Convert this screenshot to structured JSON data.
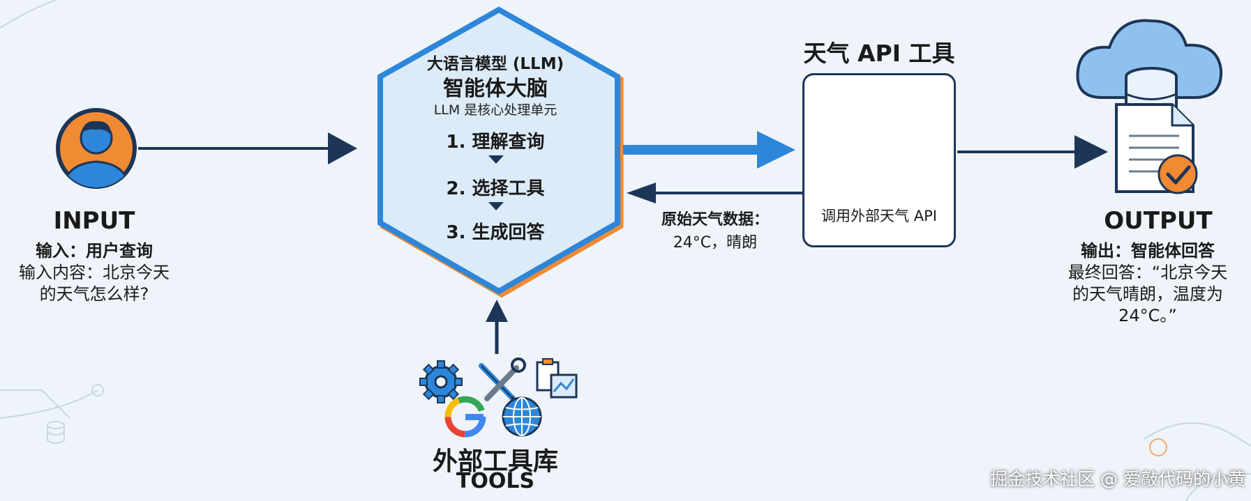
{
  "input": {
    "label": "INPUT",
    "title": "输入：用户查询",
    "content_line1": "输入内容：北京今天",
    "content_line2": "的天气怎么样?"
  },
  "llm": {
    "title": "大语言模型 (LLM)",
    "subtitle": "智能体大脑",
    "core": "LLM 是核心处理单元",
    "steps": [
      "1. 理解查询",
      "2. 选择工具",
      "3. 生成回答"
    ]
  },
  "api": {
    "title": "天气 API 工具",
    "description": "调用外部天气 API"
  },
  "raw_data": {
    "label": "原始天气数据：",
    "value": "24°C，晴朗"
  },
  "output": {
    "label": "OUTPUT",
    "title": "输出：智能体回答",
    "content_line1": "最终回答：“北京今天",
    "content_line2": "的天气晴朗，温度为",
    "content_line3": "24°C。”"
  },
  "tools": {
    "label_cn": "外部工具库",
    "label_en": "TOOLS",
    "google_letter": "G"
  },
  "watermark": "掘金技术社区 @ 爱敲代码的小黄",
  "colors": {
    "navy": "#1d3557",
    "blue": "#2d86d9",
    "orange": "#f08a33",
    "hex_fill": "#dcebf8"
  },
  "icons": [
    "user-icon",
    "sun-cloud-rain-icon",
    "cloud-database-icon",
    "document-icon",
    "checkmark-icon",
    "gear-icon",
    "wrench-screwdriver-icon",
    "google-icon",
    "globe-icon",
    "chart-clipboard-icon",
    "database-icon"
  ]
}
